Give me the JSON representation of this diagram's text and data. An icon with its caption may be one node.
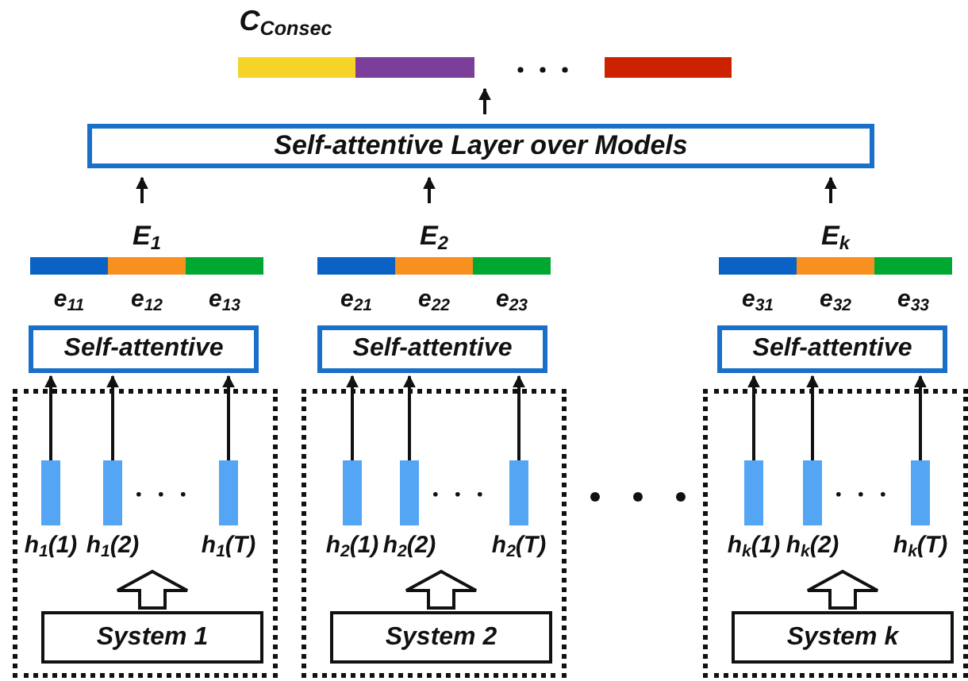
{
  "diagram": {
    "nodes": [
      {
        "text": [
          "Self-attentive Layer over Models"
        ]
      },
      {
        "text": [
          "C$_{Consec}$"
        ]
      },
      {
        "text": [
          "E$_{1}$"
        ],
        "beside": [
          "e$_{11}$",
          "e$_{12}$",
          "e$_{13}$"
        ]
      },
      {
        "text": [
          "Self-attentive"
        ]
      },
      {
        "text": [],
        "shape": "box"
      },
      {
        "text": [],
        "shape": "bar",
        "in": 4,
        "beside": [
          "h$_{1}$(1)"
        ]
      },
      {
        "text": [],
        "shape": "bar",
        "in": 4,
        "beside": [
          "h$_{1}$(2)"
        ]
      },
      {
        "text": [],
        "shape": "bar",
        "in": 4,
        "beside": [
          "h$_{1}$(T)"
        ]
      },
      {
        "text": [
          "System 1"
        ],
        "in": 4
      },
      {
        "text": [
          "E$_{2}$"
        ],
        "beside": [
          "e$_{21}$",
          "e$_{22}$",
          "e$_{23}$"
        ]
      },
      {
        "text": [
          "Self-attentive"
        ]
      },
      {
        "text": [],
        "shape": "box"
      },
      {
        "text": [],
        "shape": "bar",
        "in": 11,
        "beside": [
          "h$_{2}$(1)"
        ]
      },
      {
        "text": [],
        "shape": "bar",
        "in": 11,
        "beside": [
          "h$_{2}$(2)"
        ]
      },
      {
        "text": [],
        "shape": "bar",
        "in": 11,
        "beside": [
          "h$_{2}$(T)"
        ]
      },
      {
        "text": [
          "System 2"
        ],
        "in": 11
      },
      {
        "text": [
          "E$_{k}$"
        ],
        "beside": [
          "e$_{31}$",
          "e$_{32}$",
          "e$_{33}$"
        ]
      },
      {
        "text": [
          "Self-attentive"
        ]
      },
      {
        "text": [],
        "shape": "box"
      },
      {
        "text": [],
        "shape": "bar",
        "in": 18,
        "beside": [
          "h$_{k}$(1)"
        ]
      },
      {
        "text": [],
        "shape": "bar",
        "in": 18,
        "beside": [
          "h$_{k}$(2)"
        ]
      },
      {
        "text": [],
        "shape": "bar",
        "in": 18,
        "beside": [
          "h$_{k}$(T)"
        ]
      },
      {
        "text": [
          "System k"
        ],
        "in": 18
      }
    ],
    "edges": [
      {
        "from": 0,
        "to": 1,
        "arrow": "to"
      },
      {
        "from": 2,
        "to": 0,
        "arrow": "to"
      },
      {
        "from": 9,
        "to": 0,
        "arrow": "to"
      },
      {
        "from": 16,
        "to": 0,
        "arrow": "to"
      },
      {
        "from": 5,
        "to": 3,
        "arrow": "to"
      },
      {
        "from": 6,
        "to": 3,
        "arrow": "to"
      },
      {
        "from": 7,
        "to": 3,
        "arrow": "to"
      },
      {
        "from": 12,
        "to": 10,
        "arrow": "to"
      },
      {
        "from": 13,
        "to": 10,
        "arrow": "to"
      },
      {
        "from": 14,
        "to": 10,
        "arrow": "to"
      },
      {
        "from": 19,
        "to": 17,
        "arrow": "to"
      },
      {
        "from": 20,
        "to": 17,
        "arrow": "to"
      },
      {
        "from": 21,
        "to": 17,
        "arrow": "to"
      },
      {
        "from": 8,
        "to": null,
        "arrow": "to"
      },
      {
        "from": 15,
        "to": null,
        "arrow": "to"
      },
      {
        "from": 22,
        "to": null,
        "arrow": "to"
      }
    ]
  }
}
